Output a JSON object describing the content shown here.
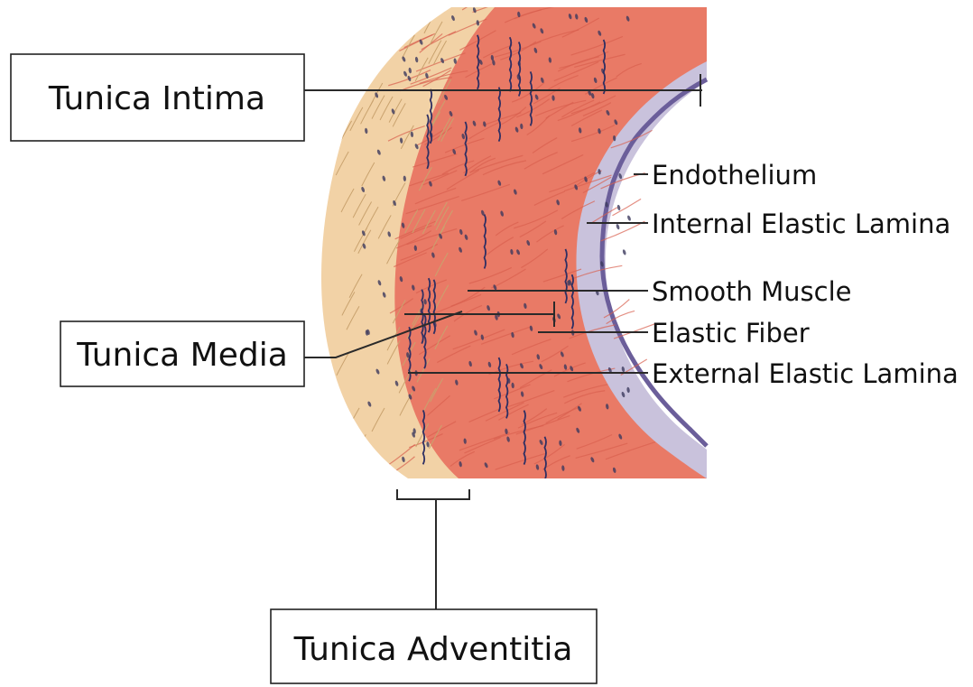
{
  "boxes": {
    "intima": "Tunica Intima",
    "media": "Tunica Media",
    "adventitia": "Tunica Adventitia"
  },
  "labels": {
    "endothelium": "Endothelium",
    "internal_elastic_lamina": "Internal Elastic Lamina",
    "smooth_muscle": "Smooth Muscle",
    "elastic_fiber": "Elastic Fiber",
    "external_elastic_lamina": "External Elastic Lamina"
  },
  "colors": {
    "adventitia": "#f2d2a6",
    "media": "#e97a66",
    "media_dark": "#d9604e",
    "intima": "#c9c2dc",
    "endothelium": "#6b5e9a",
    "nuclei": "#3c3a5e"
  }
}
